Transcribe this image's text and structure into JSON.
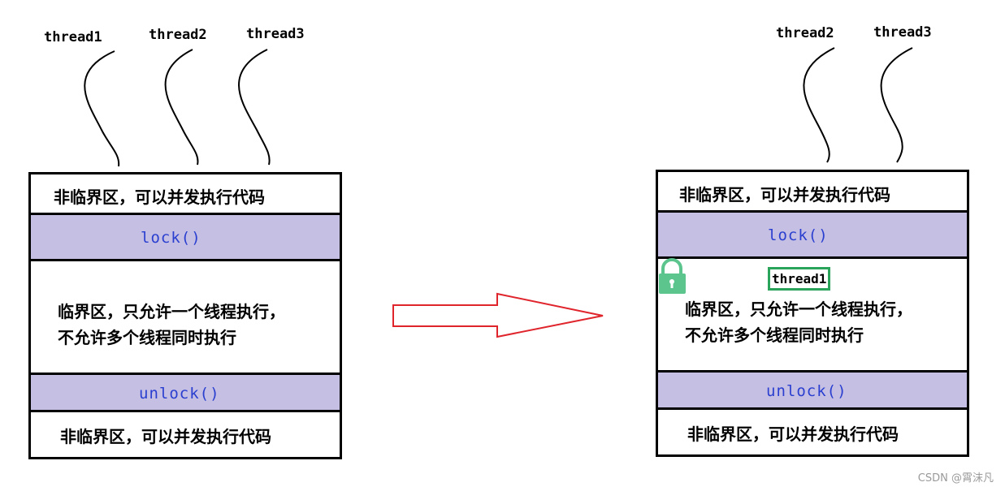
{
  "left_diagram": {
    "threads": [
      "thread1",
      "thread2",
      "thread3"
    ],
    "rows": {
      "non_critical_top": "非临界区，可以并发执行代码",
      "lock": "lock()",
      "critical_line1": "临界区，只允许一个线程执行，",
      "critical_line2": "不允许多个线程同时执行",
      "unlock": "unlock()",
      "non_critical_bottom": "非临界区，可以并发执行代码"
    }
  },
  "right_diagram": {
    "threads": [
      "thread2",
      "thread3"
    ],
    "owner_thread": "thread1",
    "rows": {
      "non_critical_top": "非临界区，可以并发执行代码",
      "lock": "lock()",
      "critical_line1": "临界区，只允许一个线程执行，",
      "critical_line2": "不允许多个线程同时执行",
      "unlock": "unlock()",
      "non_critical_bottom": "非临界区，可以并发执行代码"
    }
  },
  "icons": {
    "lock_icon": "padlock-icon",
    "arrow": "right-arrow-icon"
  },
  "colors": {
    "lock_row_fill": "#c5bfe3",
    "code_text": "#2a3fd0",
    "owner_border": "#29a45a",
    "padlock": "#5cc58e",
    "arrow_stroke": "#e0242c"
  },
  "watermark": "CSDN @霄沫凡"
}
